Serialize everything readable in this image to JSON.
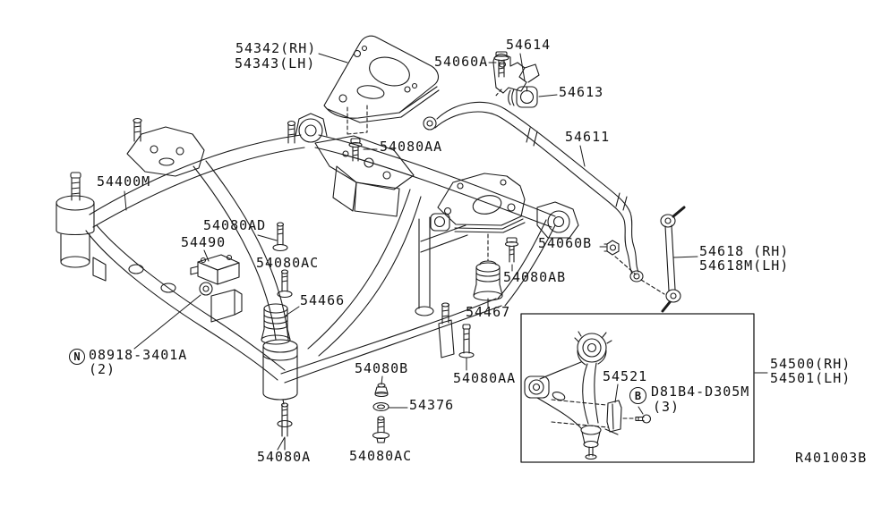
{
  "drawing": {
    "type": "exploded-parts-diagram",
    "subject": "front suspension member / stabilizer / transverse link",
    "ref_code": "R401003B",
    "colors": {
      "line": "#1a1a1a",
      "background": "#ffffff"
    }
  },
  "callouts": {
    "n_symbol": "N",
    "b_symbol": "B"
  },
  "labels": [
    {
      "id": "54342-rh",
      "text": "54342(RH)"
    },
    {
      "id": "54343-lh",
      "text": "54343(LH)"
    },
    {
      "id": "54060a",
      "text": "54060A"
    },
    {
      "id": "54614",
      "text": "54614"
    },
    {
      "id": "54613",
      "text": "54613"
    },
    {
      "id": "54611",
      "text": "54611"
    },
    {
      "id": "54080aa-top",
      "text": "54080AA"
    },
    {
      "id": "54400m",
      "text": "54400M"
    },
    {
      "id": "54080ad",
      "text": "54080AD"
    },
    {
      "id": "54490",
      "text": "54490"
    },
    {
      "id": "54080ac-mid",
      "text": "54080AC"
    },
    {
      "id": "54060b",
      "text": "54060B"
    },
    {
      "id": "54618-rh",
      "text": "54618 (RH)"
    },
    {
      "id": "54618m-lh",
      "text": "54618M(LH)"
    },
    {
      "id": "54080ab",
      "text": "54080AB"
    },
    {
      "id": "54466",
      "text": "54466"
    },
    {
      "id": "54467",
      "text": "54467"
    },
    {
      "id": "n-part",
      "text": "08918-3401A"
    },
    {
      "id": "n-qty",
      "text": "(2)"
    },
    {
      "id": "54500-rh",
      "text": "54500(RH)"
    },
    {
      "id": "54501-lh",
      "text": "54501(LH)"
    },
    {
      "id": "54521",
      "text": "54521"
    },
    {
      "id": "b-part",
      "text": "D81B4-D305M"
    },
    {
      "id": "b-qty",
      "text": "(3)"
    },
    {
      "id": "54080b",
      "text": "54080B"
    },
    {
      "id": "54080aa-bot",
      "text": "54080AA"
    },
    {
      "id": "54376",
      "text": "54376"
    },
    {
      "id": "54080a",
      "text": "54080A"
    },
    {
      "id": "54080ac-bot",
      "text": "54080AC"
    },
    {
      "id": "ref-code",
      "text": "R401003B"
    }
  ]
}
